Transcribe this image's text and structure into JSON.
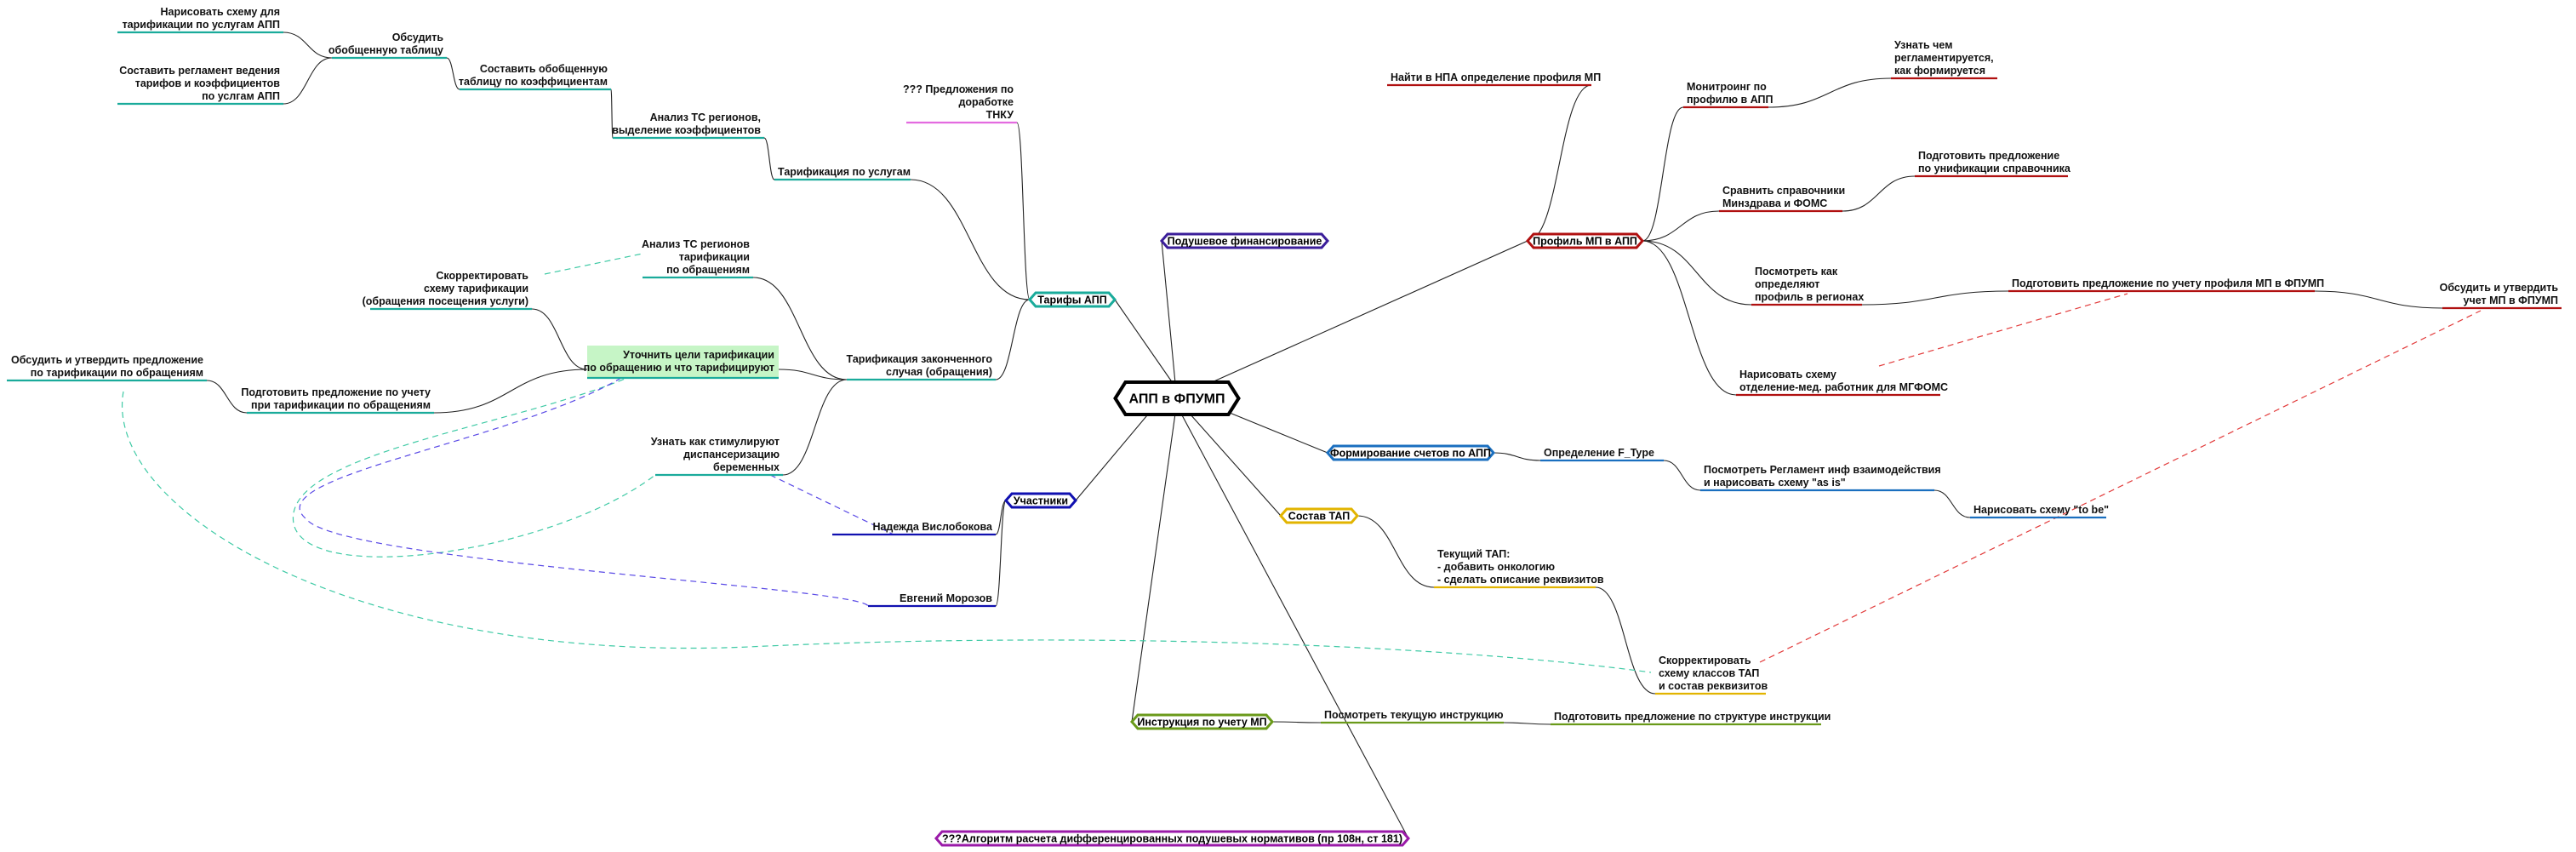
{
  "root": {
    "label": "АПП в ФПУМП"
  },
  "branches": [
    {
      "key": "tarify",
      "label": "Тарифы АПП",
      "color": "#1aab9b"
    },
    {
      "key": "podush",
      "label": "Подушевое финансирование",
      "color": "#3b1e9a"
    },
    {
      "key": "profil",
      "label": "Профиль МП в АПП",
      "color": "#b01010"
    },
    {
      "key": "scheta",
      "label": "Формирование счетов по АПП",
      "color": "#1a6fbf"
    },
    {
      "key": "tap",
      "label": "Состав ТАП",
      "color": "#e2b400"
    },
    {
      "key": "instr",
      "label": "Инструкция по учету МП",
      "color": "#6a9a1a"
    },
    {
      "key": "algo",
      "label": "???Алгоритм расчета дифференцированных подушевых нормативов (пр 108н, ст 181)",
      "color": "#9a1aa8"
    },
    {
      "key": "uchast",
      "label": "Участники",
      "color": "#1010b0"
    }
  ],
  "nodes": {
    "narisovat_shemu_tar": {
      "lines": [
        "Нарисовать схему для",
        "тарификации по услугам АПП"
      ]
    },
    "sostavit_reglament": {
      "lines": [
        "Составить регламент ведения",
        "тарифов и коэффициентов",
        "по услгам АПП"
      ]
    },
    "obsudit_tabl": {
      "lines": [
        "Обсудить",
        "обобщенную таблицу"
      ]
    },
    "sostavit_tabl": {
      "lines": [
        "Составить обобщенную",
        "таблицу по коэффициентам"
      ]
    },
    "analiz_ts_koef": {
      "lines": [
        "Анализ ТС регионов,",
        "выделение коэффициентов"
      ]
    },
    "tarif_uslugi": {
      "lines": [
        "Тарификация по услугам"
      ]
    },
    "predl_tnku": {
      "lines": [
        "??? Предложения по",
        "доработке",
        "ТНКУ"
      ]
    },
    "analiz_ts_obr": {
      "lines": [
        "Анализ ТС регионов",
        "тарификации",
        "по обращениям"
      ]
    },
    "skorrekt_shemu": {
      "lines": [
        "Скорректировать",
        "схему тарификации",
        "(обращения посещения услуги)"
      ]
    },
    "utochnit_celi": {
      "lines": [
        "Уточнить цели тарификации",
        "по обращению и что тарифицируют"
      ]
    },
    "tarif_zakonch": {
      "lines": [
        "Тарификация законченного",
        "случая (обращения)"
      ]
    },
    "podgot_predl_obr": {
      "lines": [
        "Подготовить предложение по учету",
        "при тарификации по обращениям"
      ]
    },
    "obsudit_predl_obr": {
      "lines": [
        "Обсудить и утвердить предложение",
        "по тарификации по обращениям"
      ]
    },
    "uznat_dispans": {
      "lines": [
        "Узнать как стимулируют",
        "диспансеризацию",
        "беременных"
      ]
    },
    "nadezhda": {
      "lines": [
        "Надежда Вислобокова"
      ]
    },
    "evgeny": {
      "lines": [
        "Евгений Морозов"
      ]
    },
    "nayti_npa": {
      "lines": [
        "Найти в НПА определение профиля МП"
      ]
    },
    "monitoring": {
      "lines": [
        "Монитроинг по",
        "профилю в АПП"
      ]
    },
    "uznat_reglam": {
      "lines": [
        "Узнать чем",
        "регламентируется,",
        "как формируется"
      ]
    },
    "sravnit_sprav": {
      "lines": [
        "Сравнить справочники",
        "Минздрава и ФОМС"
      ]
    },
    "podgot_predl_sprav": {
      "lines": [
        "Подготовить предложение",
        "по унификации справочника"
      ]
    },
    "posmotret_regiony": {
      "lines": [
        "Посмотреть как",
        "определяют",
        "профиль в регионах"
      ]
    },
    "podgot_predl_profil": {
      "lines": [
        "Подготовить предложение по учету профиля МП в ФПУМП"
      ]
    },
    "obsudit_uchet": {
      "lines": [
        "Обсудить и утвердить",
        "учет МП в ФПУМП"
      ]
    },
    "narisovat_shemu_otd": {
      "lines": [
        "Нарисовать схему",
        "отделение-мед. работник для МГФОМС"
      ]
    },
    "opredelenie_ftype": {
      "lines": [
        "Определение F_Type"
      ]
    },
    "posmotret_reglament": {
      "lines": [
        "Посмотреть Регламент инф взаимодействия",
        "и нарисовать схему \"as is\""
      ]
    },
    "narisovat_tobe": {
      "lines": [
        "Нарисовать схему \"to be\""
      ]
    },
    "tekushiy_tap": {
      "lines": [
        "Текущий ТАП:",
        "- добавить онкологию",
        "- сделать описание реквизитов"
      ]
    },
    "skorrekt_tap": {
      "lines": [
        "Скорректировать",
        "схему классов ТАП",
        "и состав реквизитов"
      ]
    },
    "posmotret_instr": {
      "lines": [
        "Посмотреть текущую инструкцию"
      ]
    },
    "podgot_predl_instr": {
      "lines": [
        "Подготовить предложение по структуре инструкции"
      ]
    }
  }
}
